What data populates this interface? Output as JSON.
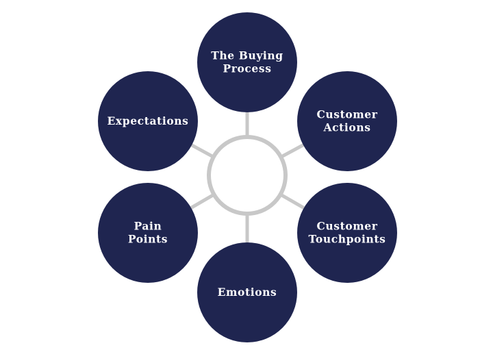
{
  "diagram": {
    "colors": {
      "node_fill": "#1f2550",
      "connector": "#c8c8c8",
      "center_fill": "#ffffff",
      "label_text": "#ffffff"
    },
    "center": {
      "label": ""
    },
    "nodes": [
      {
        "id": "buying-process",
        "lines": [
          "The Buying",
          "Process"
        ]
      },
      {
        "id": "customer-actions",
        "lines": [
          "Customer",
          "Actions"
        ]
      },
      {
        "id": "customer-touchpoints",
        "lines": [
          "Customer",
          "Touchpoints"
        ]
      },
      {
        "id": "emotions",
        "lines": [
          "Emotions"
        ]
      },
      {
        "id": "pain-points",
        "lines": [
          "Pain",
          "Points"
        ]
      },
      {
        "id": "expectations",
        "lines": [
          "Expectations"
        ]
      }
    ]
  }
}
